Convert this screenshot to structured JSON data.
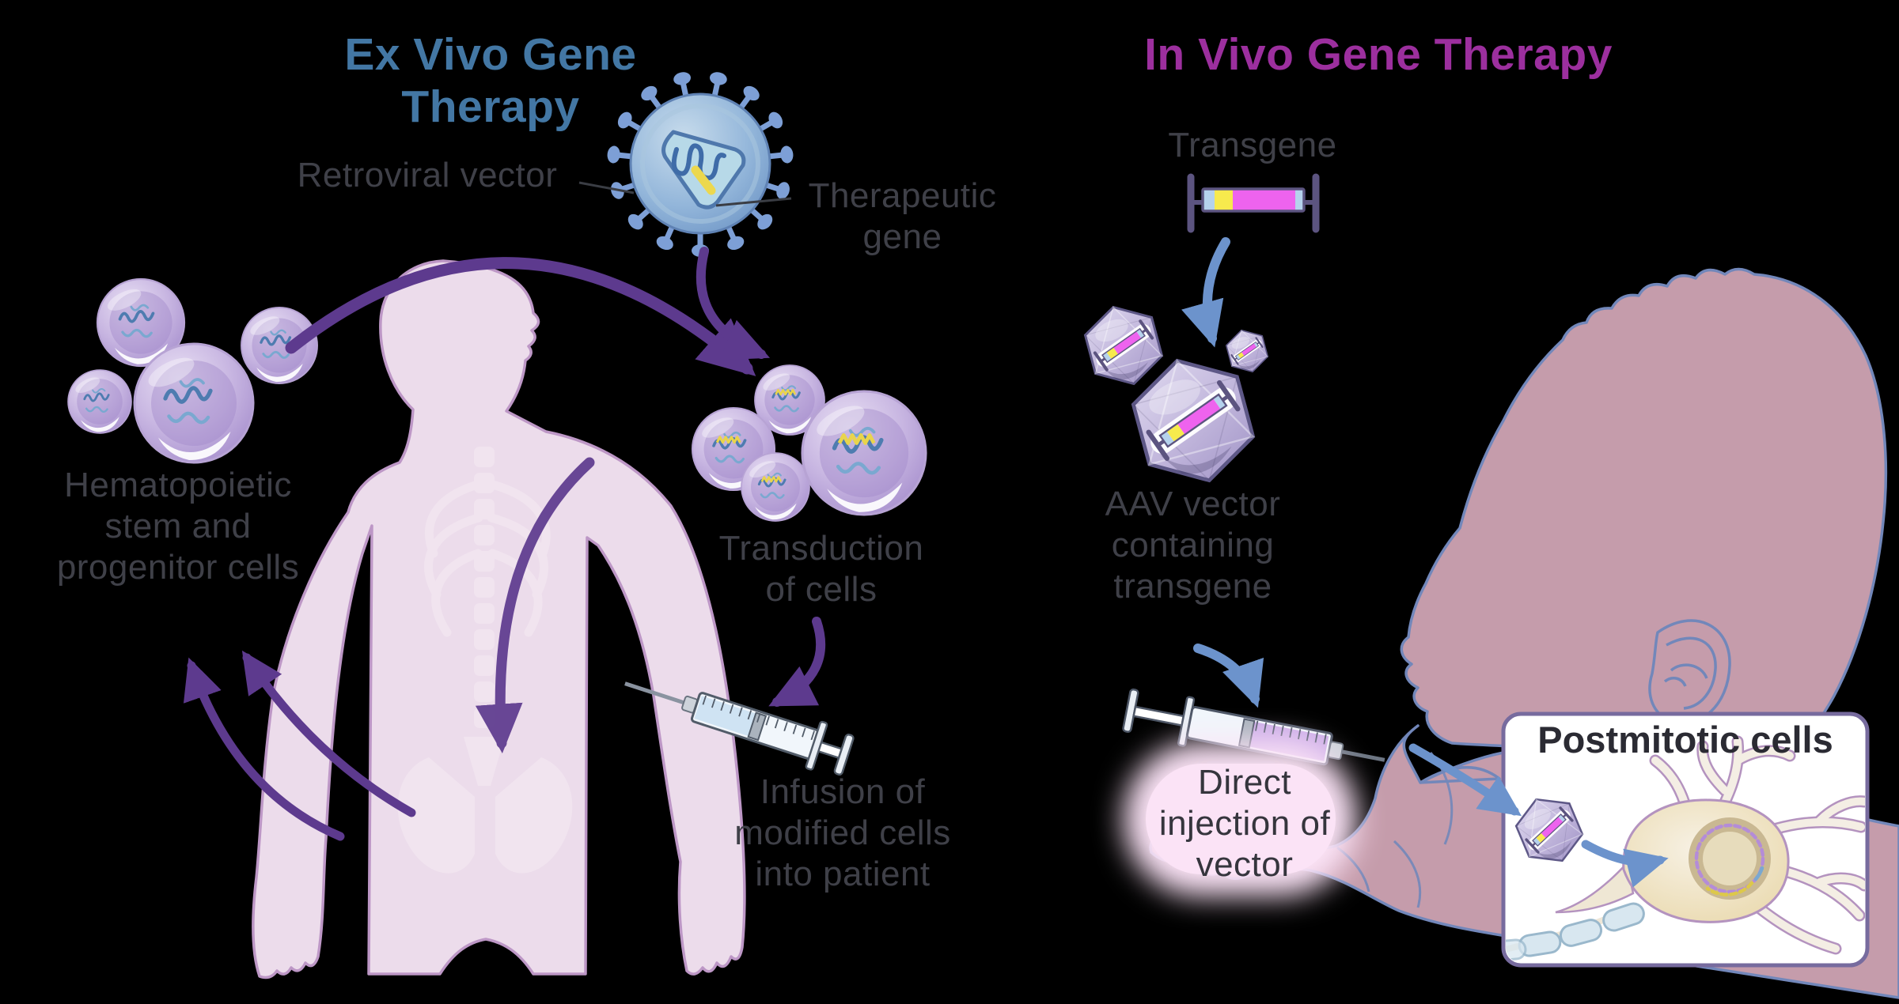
{
  "background_color": "#000000",
  "label_color": "#3f4048",
  "ex_vivo": {
    "title": "Ex Vivo Gene Therapy",
    "title_color": "#4377a4",
    "retroviral_vector_label": "Retroviral vector",
    "therapeutic_gene_label": "Therapeutic\ngene",
    "stem_cells_label": "Hematopoietic\nstem and\nprogenitor cells",
    "transduction_label": "Transduction\nof cells",
    "infusion_label": "Infusion of\nmodified cells\ninto patient",
    "arrow_color": "#5d3a8e"
  },
  "in_vivo": {
    "title": "In Vivo Gene Therapy",
    "title_color": "#9c2f9e",
    "transgene_label": "Transgene",
    "aav_label": "AAV vector\ncontaining\ntransgene",
    "injection_label": "Direct\ninjection of\nvector",
    "inset_title": "Postmitotic cells",
    "arrow_color": "#6c93cc"
  },
  "palette": {
    "cell_body": "#b9a4d8",
    "cell_dna_blue": "#4e7cb0",
    "therapeutic_gene_yellow": "#ecd84e",
    "virus_blue": "#8fb2d8",
    "transgene_magenta": "#ee63ee",
    "transgene_yellow": "#f7ea4d",
    "transgene_caps_blue": "#b5d2ec",
    "aav_capsid": "#b9aed8",
    "child_skin": "#ecdceb",
    "infant_skin": "#c59cab",
    "infant_outline": "#7287ba",
    "inset_border": "#776b9e",
    "injection_glow": "#fbe3f6",
    "syringe_fluid_ex": "#cfe3f3",
    "syringe_fluid_in": "#cdaee8"
  },
  "icons": [
    "retrovirus-icon",
    "stem-cell-icon",
    "transduced-cell-icon",
    "transgene-construct-icon",
    "aav-capsid-icon",
    "syringe-icon",
    "child-patient-figure",
    "infant-patient-figure",
    "neuron-icon",
    "episomal-dna-icon",
    "arrow-icon"
  ]
}
